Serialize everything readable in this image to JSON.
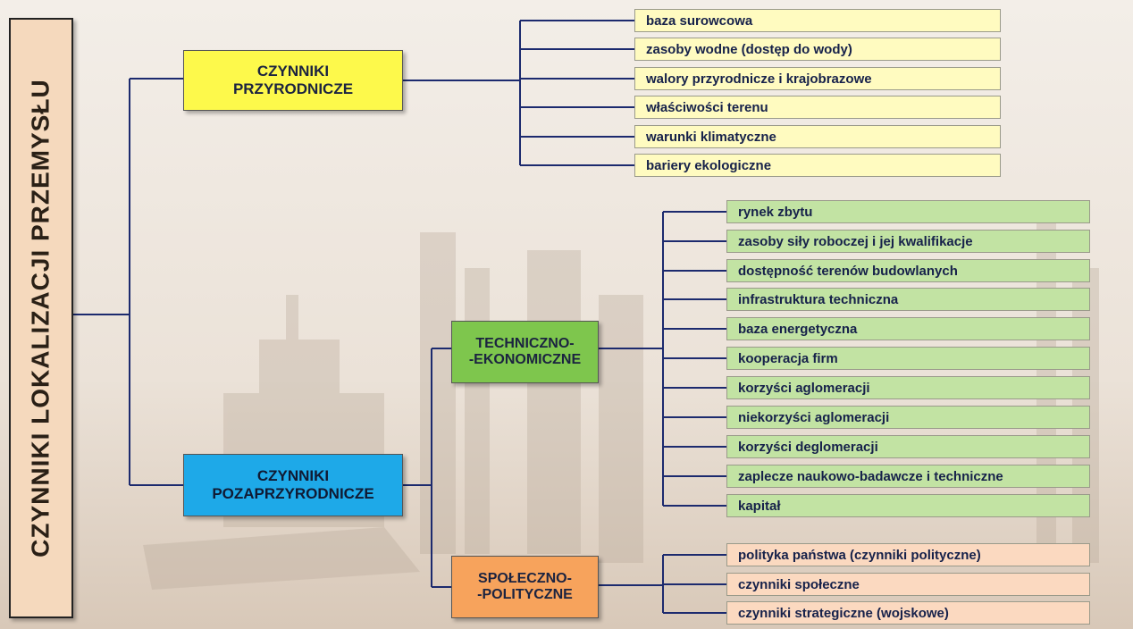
{
  "diagram": {
    "root": "CZYNNIKI LOKALIZACJI PRZEMYSŁU",
    "natural": {
      "label": "CZYNNIKI\nPRZYRODNICZE",
      "color": "#fdf94b",
      "items": [
        "baza surowcowa",
        "zasoby wodne (dostęp do wody)",
        "walory przyrodnicze i krajobrazowe",
        "właściwości terenu",
        "warunki klimatyczne",
        "bariery ekologiczne"
      ]
    },
    "non_natural": {
      "label": "CZYNNIKI\nPOZAPRZYRODNICZE",
      "color": "#1ea9e8",
      "technical": {
        "label": "TECHNICZNO-\n-EKONOMICZNE",
        "color": "#7ec64d",
        "items": [
          "rynek zbytu",
          "zasoby siły roboczej i jej kwalifikacje",
          "dostępność terenów budowlanych",
          "infrastruktura techniczna",
          "baza energetyczna",
          "kooperacja firm",
          "korzyści aglomeracji",
          "niekorzyści aglomeracji",
          "korzyści deglomeracji",
          "zaplecze naukowo-badawcze i techniczne",
          "kapitał"
        ]
      },
      "social": {
        "label": "SPOŁECZNO-\n-POLITYCZNE",
        "color": "#f7a35c",
        "items": [
          "polityka państwa (czynniki polityczne)",
          "czynniki społeczne",
          "czynniki strategiczne (wojskowe)"
        ]
      }
    }
  }
}
